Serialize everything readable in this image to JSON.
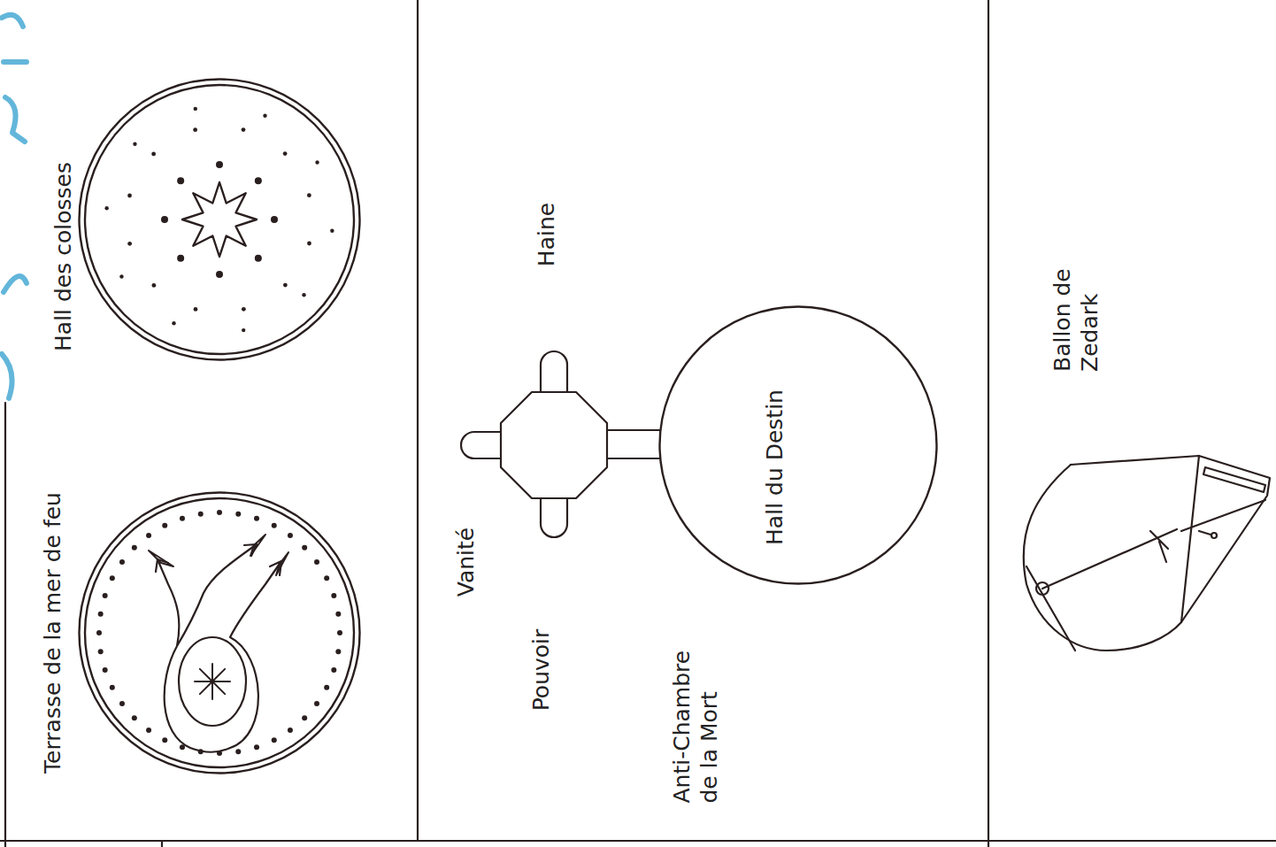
{
  "diagram": {
    "nodes": [
      {
        "text": [
          "Terrasse de la mer de feu"
        ]
      },
      {
        "text": [
          "Hall des colosses"
        ]
      },
      {
        "text": [
          "Hall du Destin"
        ]
      }
    ],
    "labels": [
      "Haine",
      "Vanité",
      "Pouvoir",
      "Anti-Chambre de la Mort",
      "Ballon de Zedark"
    ]
  }
}
